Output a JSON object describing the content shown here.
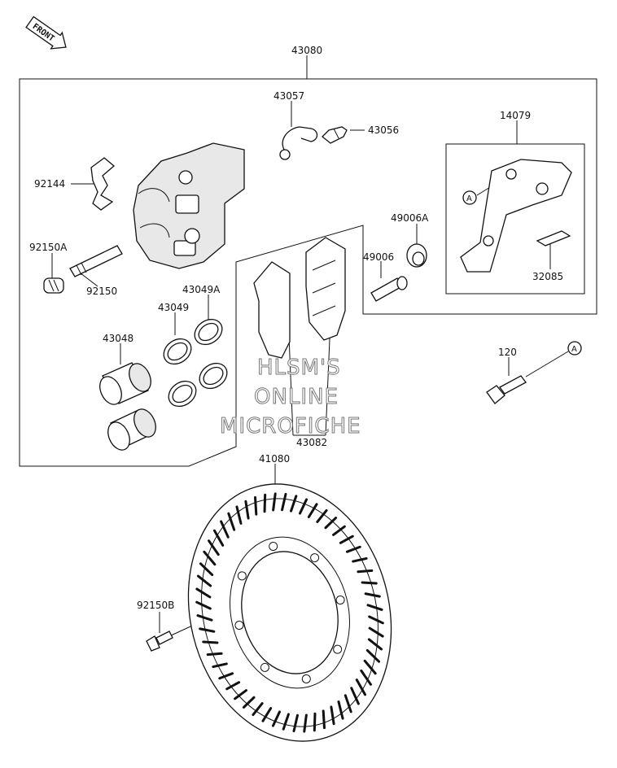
{
  "front_label": "FRONT",
  "callout_letter": "A",
  "watermark": [
    "HLSM'S",
    "ONLINE",
    "MICROFICHE"
  ],
  "parts": {
    "p43080": "43080",
    "p43057": "43057",
    "p43056": "43056",
    "p14079": "14079",
    "p92144": "92144",
    "p49006A": "49006A",
    "p92150A": "92150A",
    "p49006": "49006",
    "p92150": "92150",
    "p43049A": "43049A",
    "p43049": "43049",
    "p32085": "32085",
    "p43048": "43048",
    "p120": "120",
    "p43082": "43082",
    "p41080": "41080",
    "p92150B": "92150B"
  }
}
